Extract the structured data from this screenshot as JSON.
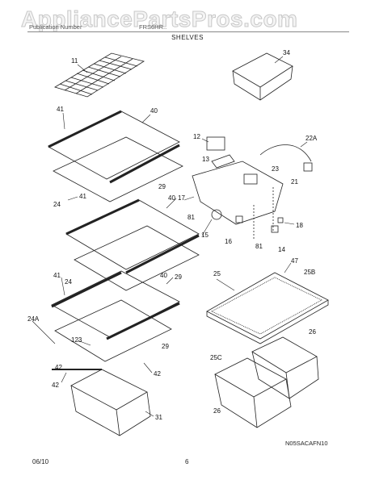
{
  "watermark": "AppliancePartsPros.com",
  "header": {
    "left": "Publication Number",
    "middle": "FRS6HR..",
    "right": ""
  },
  "section_title": "SHELVES",
  "labels": {
    "l11": "11",
    "l34": "34",
    "l41a": "41",
    "l40a": "40",
    "l12": "12",
    "l13": "13",
    "l22a": "22A",
    "l23": "23",
    "l21": "21",
    "l24a": "24",
    "l41b": "41",
    "l29a": "29",
    "l40b": "40",
    "l17": "17",
    "l81a": "81",
    "l18": "18",
    "l15": "15",
    "l16": "16",
    "l81b": "81",
    "l14": "14",
    "l41c": "41",
    "l24b": "24",
    "l29b": "29",
    "l40c": "40",
    "l47": "47",
    "l25": "25",
    "l25b": "25B",
    "l24A": "24A",
    "l123": "123",
    "l29c": "29",
    "l26a": "26",
    "l25c": "25C",
    "l42a": "42",
    "l42b": "42",
    "l31": "31",
    "l26b": "26"
  },
  "diagram_code": "N05SACAFN10",
  "footer": {
    "date": "06/10",
    "page": "6"
  }
}
